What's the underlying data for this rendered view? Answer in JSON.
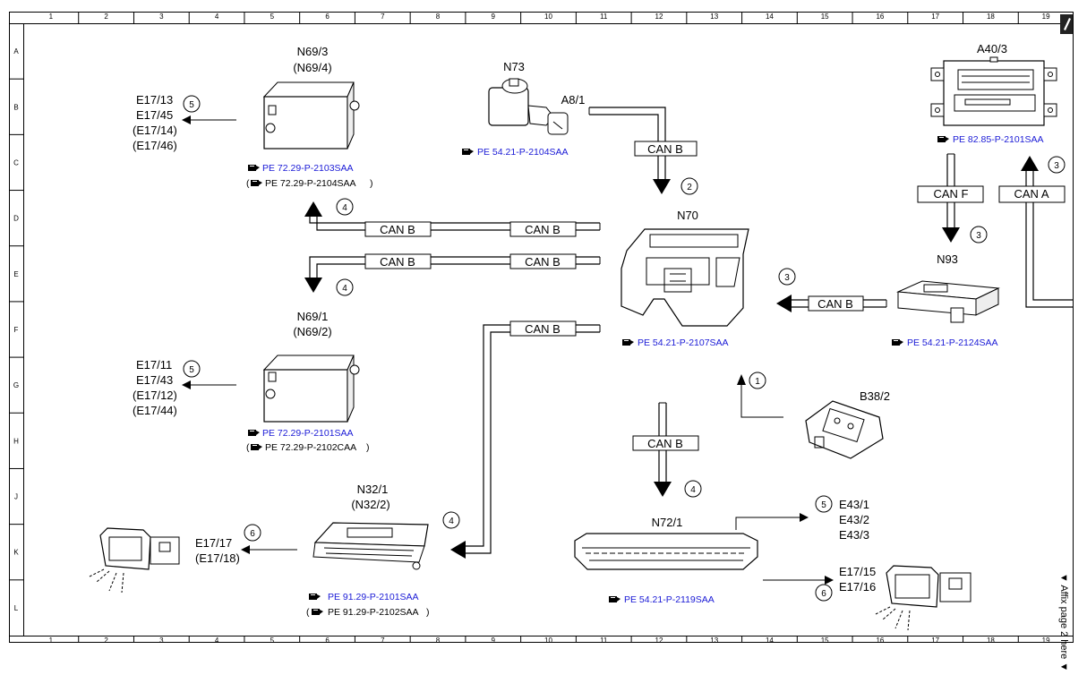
{
  "grid": {
    "columns": [
      "1",
      "2",
      "3",
      "4",
      "5",
      "6",
      "7",
      "8",
      "9",
      "10",
      "11",
      "12",
      "13",
      "14",
      "15",
      "16",
      "17",
      "18",
      "19"
    ],
    "rows": [
      "A",
      "B",
      "C",
      "D",
      "E",
      "F",
      "G",
      "H",
      "J",
      "K",
      "L"
    ]
  },
  "components": {
    "n69_3": {
      "label": "N69/3",
      "alt": "(N69/4)",
      "ref1": "PE 72.29-P-2103SAA",
      "ref2": "PE 72.29-P-2104SAA"
    },
    "n73": {
      "label": "N73",
      "sub": "A8/1",
      "ref": "PE 54.21-P-2104SAA"
    },
    "a40_3": {
      "label": "A40/3",
      "ref": "PE 82.85-P-2101SAA"
    },
    "n70": {
      "label": "N70",
      "ref": "PE 54.21-P-2107SAA"
    },
    "n93": {
      "label": "N93",
      "ref": "PE 54.21-P-2124SAA"
    },
    "n69_1": {
      "label": "N69/1",
      "alt": "(N69/2)",
      "ref1": "PE 72.29-P-2101SAA",
      "ref2": "PE 72.29-P-2102CAA"
    },
    "b38_2": {
      "label": "B38/2"
    },
    "n32_1": {
      "label": "N32/1",
      "alt": "(N32/2)",
      "ref1": "PE 91.29-P-2101SAA",
      "ref2": "PE 91.29-P-2102SAA"
    },
    "n72_1": {
      "label": "N72/1",
      "ref": "PE 54.21-P-2119SAA"
    }
  },
  "outputs": {
    "top_left": [
      "E17/13",
      "E17/45",
      "(E17/14)",
      "(E17/46)"
    ],
    "mid_left": [
      "E17/11",
      "E17/43",
      "(E17/12)",
      "(E17/44)"
    ],
    "bottom_left": [
      "E17/17",
      "(E17/18)"
    ],
    "bottom_right_top": [
      "E43/1",
      "E43/2",
      "E43/3"
    ],
    "bottom_right": [
      "E17/15",
      "E17/16"
    ]
  },
  "buses": {
    "can_b": "CAN B",
    "can_f": "CAN F",
    "can_a": "CAN A"
  },
  "numbers": {
    "n1": "1",
    "n2": "2",
    "n3": "3",
    "n4": "4",
    "n5": "5",
    "n6": "6"
  },
  "side_note": "▼ Affix page 2 here ▼",
  "icons": {
    "reference": "book-pointer-icon",
    "pencil": "pencil-icon"
  }
}
